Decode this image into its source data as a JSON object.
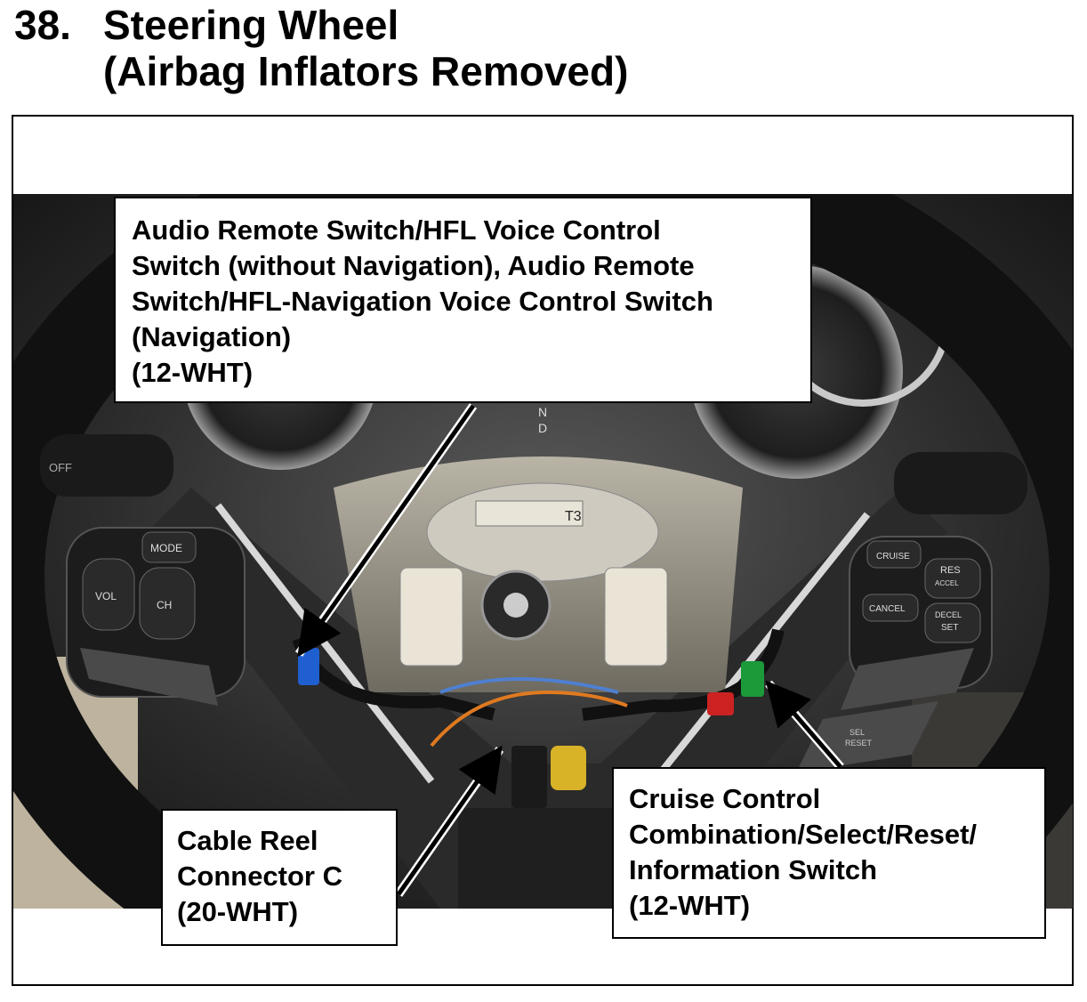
{
  "title": {
    "number": "38.",
    "line1": "Steering Wheel",
    "line2": "(Airbag Inflators Removed)"
  },
  "callouts": {
    "audio_switch": {
      "lines": [
        "Audio Remote Switch/HFL Voice Control",
        "Switch (without Navigation), Audio Remote",
        "Switch/HFL-Navigation Voice Control Switch",
        "(Navigation)",
        "(12-WHT)"
      ]
    },
    "cable_reel": {
      "lines": [
        "Cable Reel",
        "Connector C",
        "(20-WHT)"
      ]
    },
    "cruise_control": {
      "lines": [
        "Cruise Control",
        "Combination/Select/Reset/",
        "Information Switch",
        "(12-WHT)"
      ]
    }
  },
  "photo_labels": {
    "mode": "MODE",
    "vol": "VOL",
    "ch": "CH",
    "cruise": "CRUISE",
    "res": "RES",
    "accel": "ACCEL",
    "cancel": "CANCEL",
    "decel": "DECEL",
    "set": "SET",
    "sel": "SEL",
    "reset": "RESET",
    "off": "OFF",
    "airbag_tag": "T3",
    "gear_n": "N",
    "gear_d": "D"
  }
}
